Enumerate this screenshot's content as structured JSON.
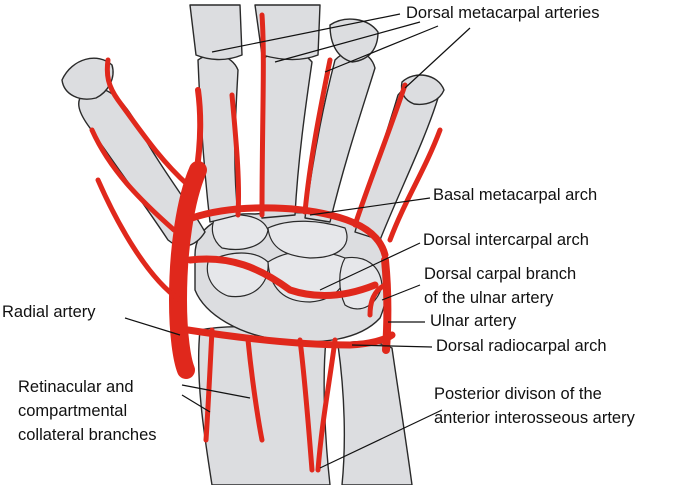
{
  "colors": {
    "artery": "#e0281c",
    "bone": "#dcdde0",
    "outline": "#2a2a2a",
    "label": "#111111"
  },
  "labels": {
    "dorsal_metacarpal_arteries": "Dorsal metacarpal arteries",
    "basal_metacarpal_arch": "Basal metacarpal arch",
    "dorsal_intercarpal_arch": "Dorsal intercarpal arch",
    "dorsal_carpal_branch_line1": "Dorsal carpal branch",
    "dorsal_carpal_branch_line2": "of the ulnar artery",
    "ulnar_artery": "Ulnar artery",
    "dorsal_radiocarpal_arch": "Dorsal radiocarpal arch",
    "radial_artery": "Radial artery",
    "retinacular_line1": "Retinacular and",
    "retinacular_line2": "compartmental",
    "retinacular_line3": "collateral branches",
    "posterior_division_line1": "Posterior divison of the",
    "posterior_division_line2": "anterior interosseous artery"
  }
}
